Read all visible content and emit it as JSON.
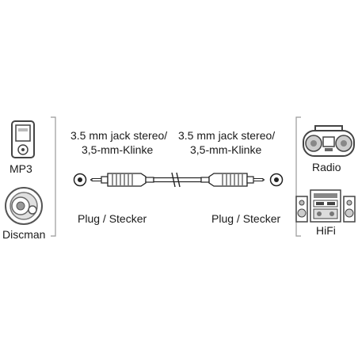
{
  "left_devices": [
    {
      "name": "MP3",
      "icon": "mp3-player-icon"
    },
    {
      "name": "Discman",
      "icon": "discman-icon"
    }
  ],
  "right_devices": [
    {
      "name": "Radio",
      "icon": "radio-icon"
    },
    {
      "name": "HiFi",
      "icon": "hifi-system-icon"
    }
  ],
  "left_connector": {
    "spec_line1": "3.5 mm jack stereo/",
    "spec_line2": "3,5-mm-Klinke",
    "type": "Plug / Stecker"
  },
  "right_connector": {
    "spec_line1": "3.5 mm jack stereo/",
    "spec_line2": "3,5-mm-Klinke",
    "type": "Plug / Stecker"
  },
  "colors": {
    "line": "#1a1a1a",
    "bracket": "#888888",
    "icon_gray": "#9a9a9a",
    "cable": "#222222"
  }
}
